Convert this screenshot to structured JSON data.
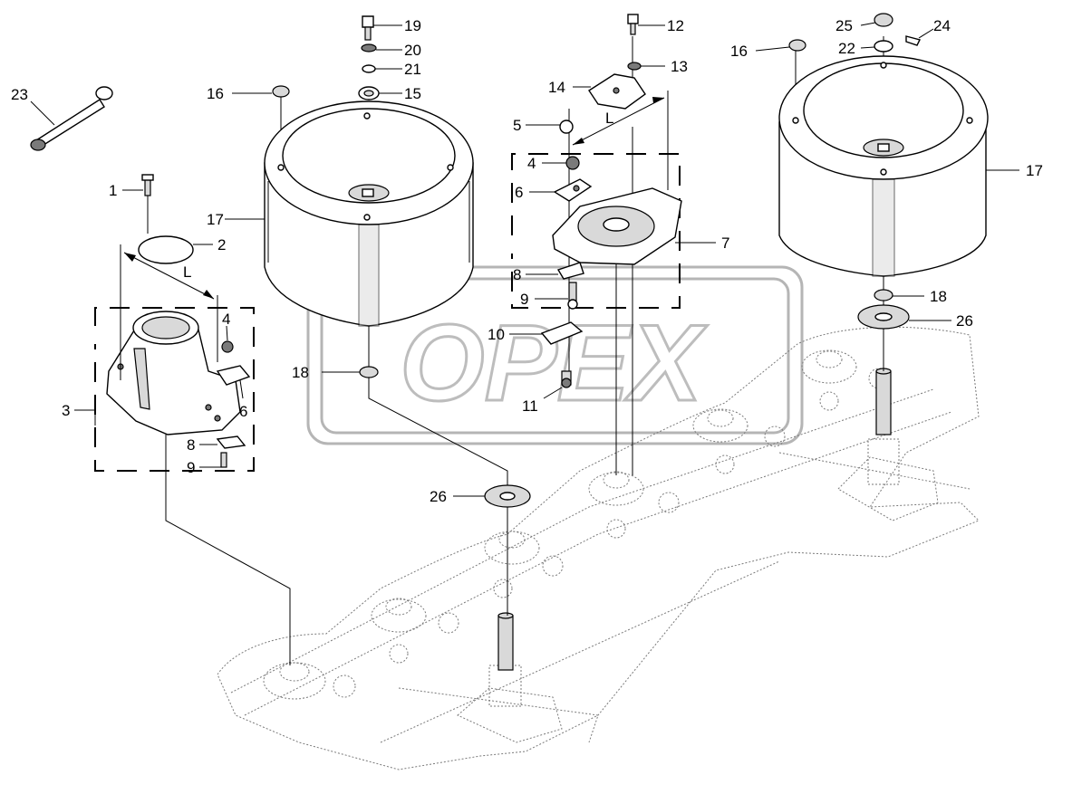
{
  "watermark": {
    "text": "OPEX"
  },
  "labels": {
    "l1": "1",
    "l2": "2",
    "l3": "3",
    "l4a": "4",
    "l4b": "4",
    "l5": "5",
    "l6a": "6",
    "l6b": "6",
    "l7": "7",
    "l8a": "8",
    "l8b": "8",
    "l9a": "9",
    "l9b": "9",
    "l10": "10",
    "l11": "11",
    "l12": "12",
    "l13": "13",
    "l14": "14",
    "l15": "15",
    "l16a": "16",
    "l16b": "16",
    "l17a": "17",
    "l17b": "17",
    "l18a": "18",
    "l18b": "18",
    "l19": "19",
    "l20": "20",
    "l21": "21",
    "l22": "22",
    "l23": "23",
    "l24": "24",
    "l25": "25",
    "l26a": "26",
    "l26b": "26",
    "dimA": "L",
    "dimB": "L"
  }
}
